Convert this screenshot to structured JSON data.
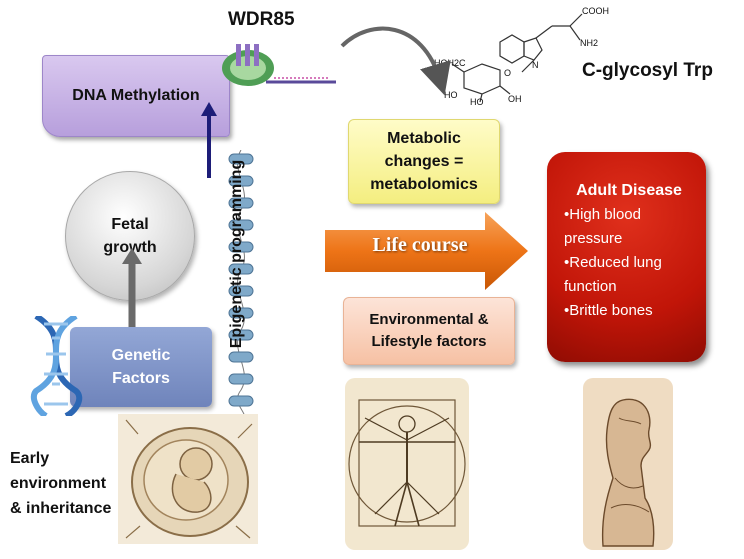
{
  "top": {
    "gene_label": "WDR85",
    "molecule_label": "C-glycosyl Trp"
  },
  "boxes": {
    "dna_methylation": "DNA Methylation",
    "fetal_growth": [
      "Fetal",
      "growth"
    ],
    "genetic_factors": [
      "Genetic",
      "Factors"
    ],
    "metabolic": [
      "Metabolic",
      "changes =",
      "metabolomics"
    ],
    "environmental": [
      "Environmental &",
      "Lifestyle factors"
    ]
  },
  "side_label": "Epigenetic programming",
  "arrow_label": "Life course",
  "adult_disease": {
    "title": "Adult Disease",
    "items": [
      "•High blood",
      "pressure",
      "•Reduced lung",
      "function",
      "•Brittle bones"
    ]
  },
  "early_text": [
    "Early",
    "environment",
    "& inheritance"
  ],
  "molecule_atoms": {
    "cooh": "COOH",
    "nh2": "NH2",
    "ho_ch2": "HOH2C",
    "n": "N",
    "ho1": "HO",
    "ho2": "HO",
    "oh1": "OH",
    "o": "O"
  },
  "colors": {
    "dna_box": "#b79fdc",
    "metabolic_box": "#f4ee80",
    "env_box": "#f6c1a4",
    "adult_box": "#c11508",
    "life_course_arrow": "#f07a1a",
    "genetic_box": "#6f84bb"
  }
}
